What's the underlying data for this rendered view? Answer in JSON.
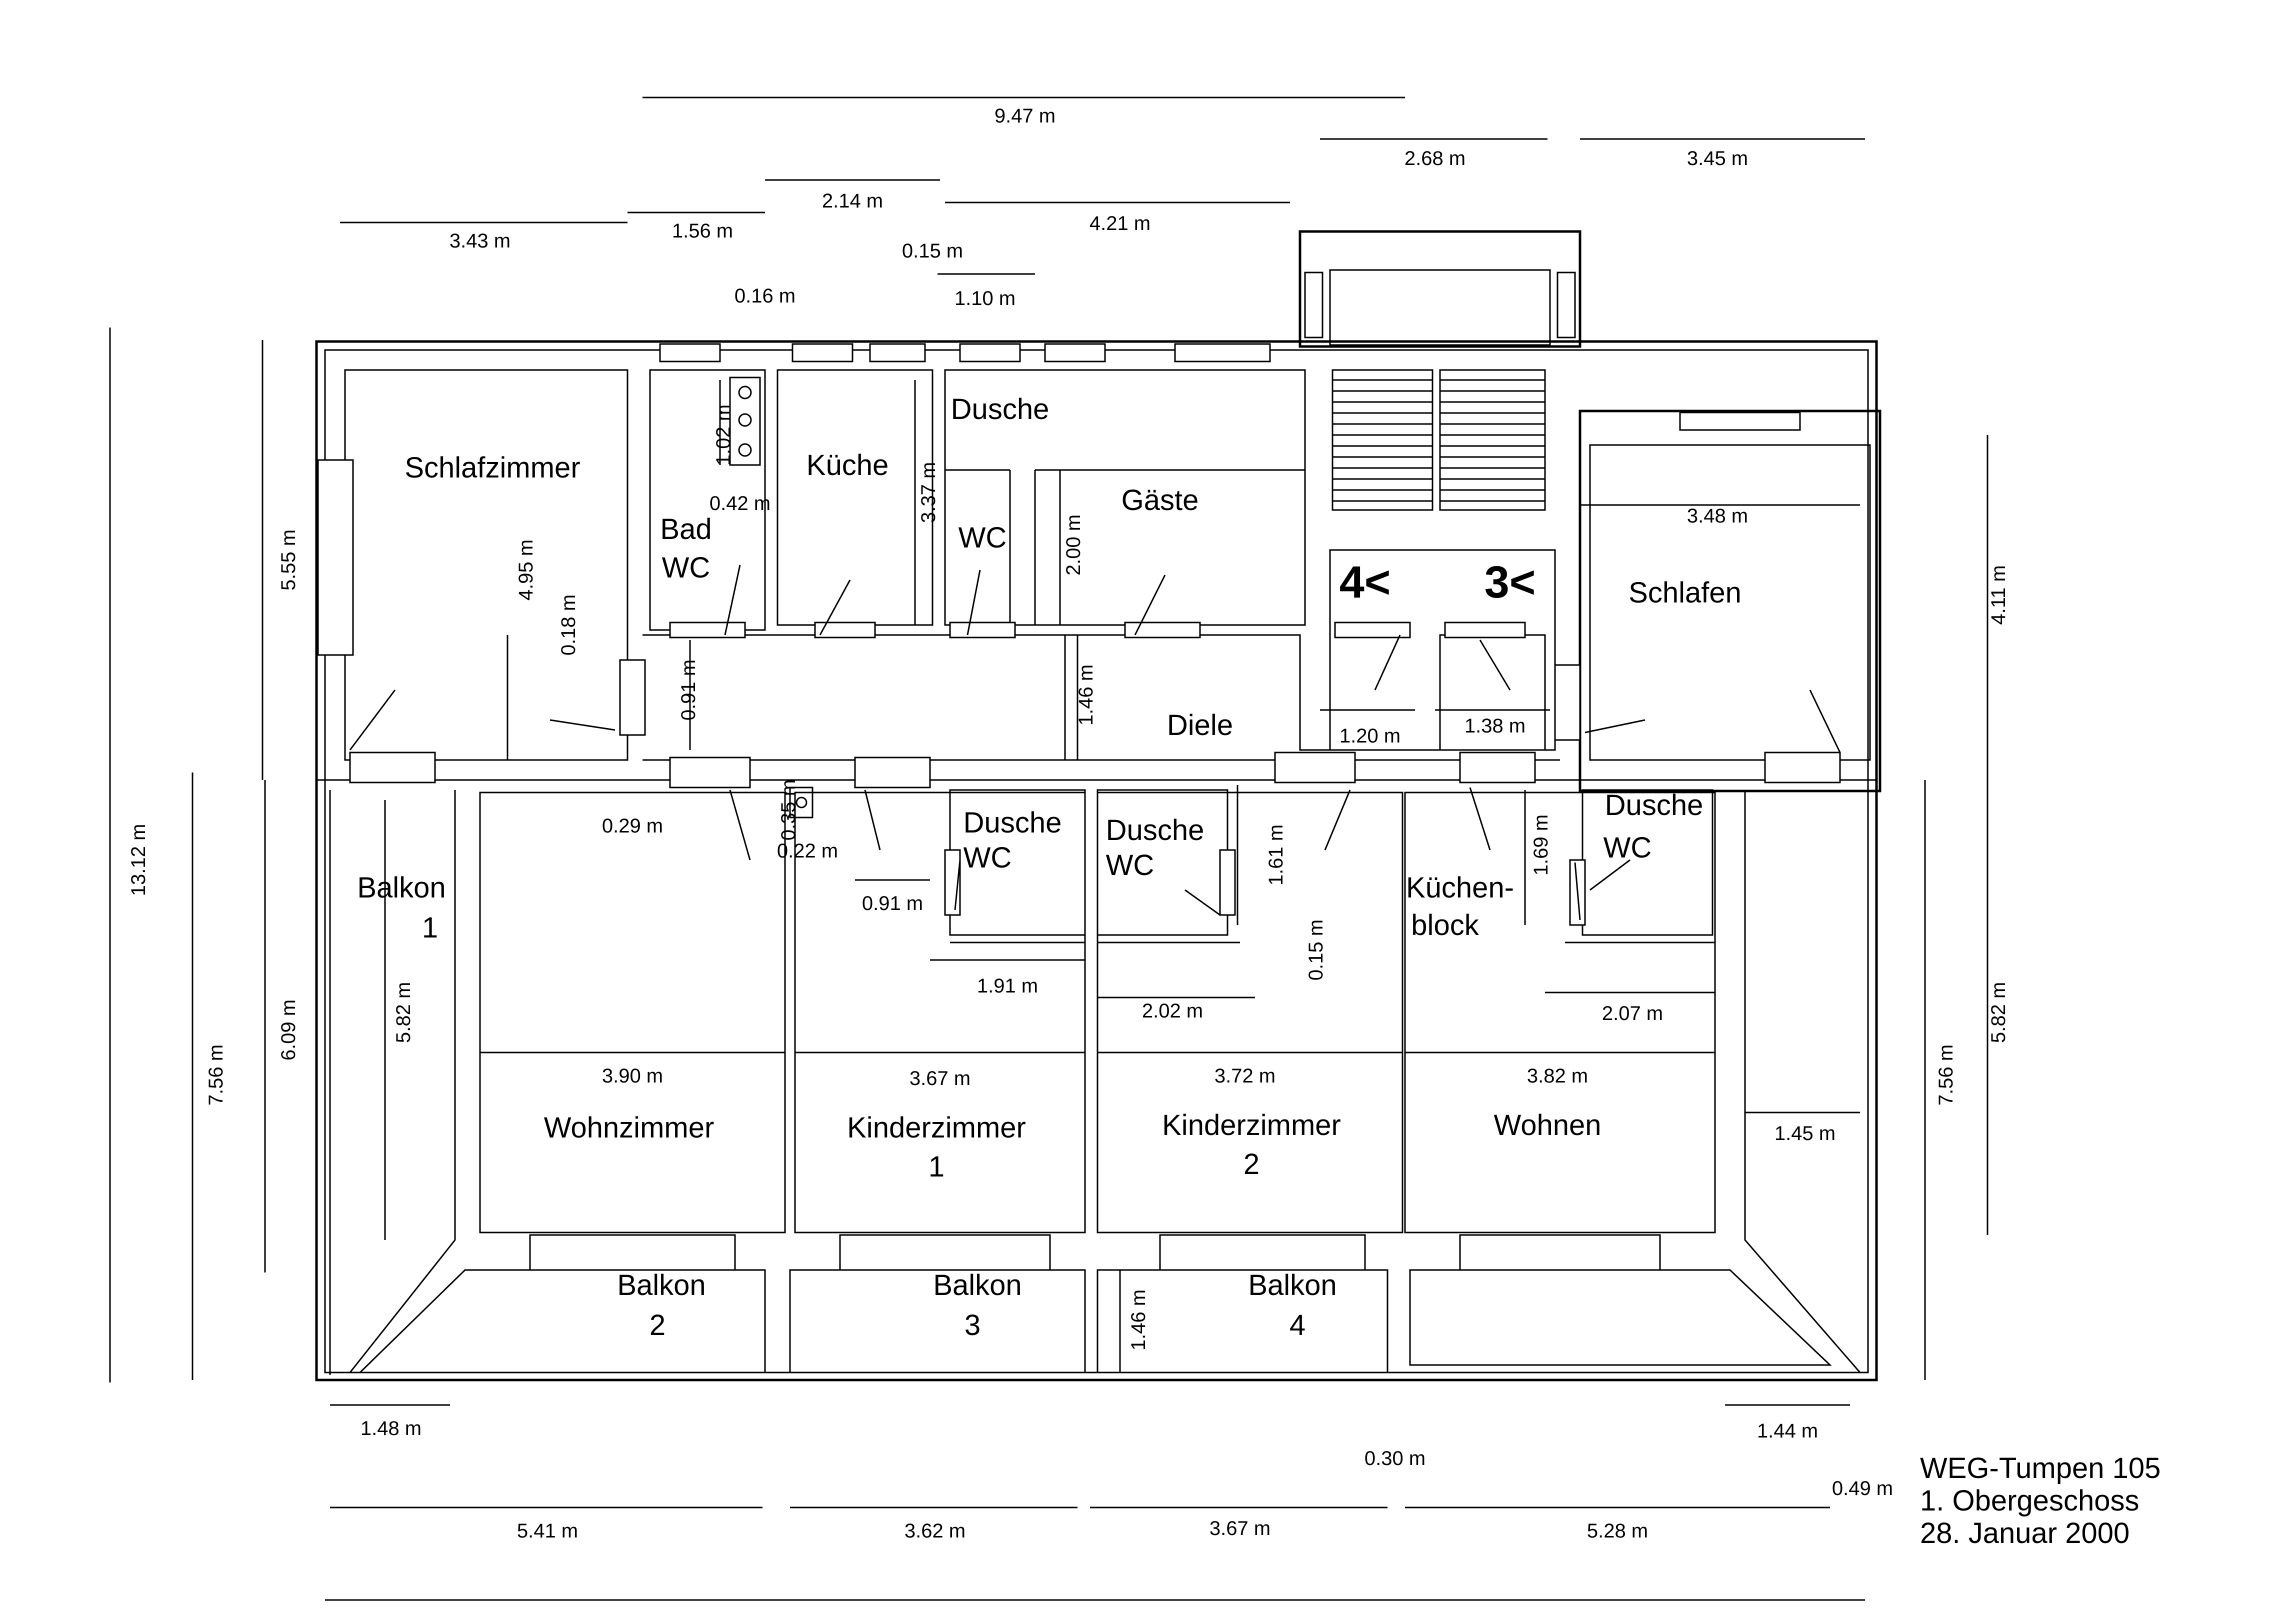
{
  "rooms": {
    "schlafzimmer": "Schlafzimmer",
    "bad": "Bad",
    "bad_wc": "WC",
    "kueche": "Küche",
    "dusche_top": "Dusche",
    "wc_top": "WC",
    "gaeste": "Gäste",
    "schlafen": "Schlafen",
    "diele": "Diele",
    "balkon1_a": "Balkon",
    "balkon1_b": "1",
    "wohnzimmer": "Wohnzimmer",
    "kinderzimmer1_a": "Kinderzimmer",
    "kinderzimmer1_b": "1",
    "kinderzimmer2_a": "Kinderzimmer",
    "kinderzimmer2_b": "2",
    "wohnen": "Wohnen",
    "dusche_wc1_a": "Dusche",
    "dusche_wc1_b": "WC",
    "dusche_wc2_a": "Dusche",
    "dusche_wc2_b": "WC",
    "dusche_wc3_a": "Dusche",
    "dusche_wc3_b": "WC",
    "kuechenblock_a": "Küchen-",
    "kuechenblock_b": "block",
    "balkon2_a": "Balkon",
    "balkon2_b": "2",
    "balkon3_a": "Balkon",
    "balkon3_b": "3",
    "balkon4_a": "Balkon",
    "balkon4_b": "4"
  },
  "markers": {
    "stair_left": "4<",
    "stair_right": "3<"
  },
  "dimensions": {
    "d947": "9.47 m",
    "d268": "2.68 m",
    "d345": "3.45 m",
    "d214": "2.14 m",
    "d343": "3.43 m",
    "d156": "1.56 m",
    "d421": "4.21 m",
    "d015a": "0.15 m",
    "d016": "0.16 m",
    "d110": "1.10 m",
    "d102": "1.02 m",
    "d042": "0.42 m",
    "d337": "3.37 m",
    "d200": "2.00 m",
    "d495": "4.95 m",
    "d018": "0.18 m",
    "d555": "5.55 m",
    "d091a": "0.91 m",
    "d146a": "1.46 m",
    "d120": "1.20 m",
    "d138": "1.38 m",
    "d348": "3.48 m",
    "d411": "4.11 m",
    "d1312": "13.12 m",
    "d029": "0.29 m",
    "d035": "0.35 m",
    "d022": "0.22 m",
    "d091b": "0.91 m",
    "d161": "1.61 m",
    "d169": "1.69 m",
    "d015b": "0.15 m",
    "d191": "1.91 m",
    "d202": "2.02 m",
    "d207": "2.07 m",
    "d582a": "5.82 m",
    "d609": "6.09 m",
    "d756a": "7.56 m",
    "d390": "3.90 m",
    "d367a": "3.67 m",
    "d372": "3.72 m",
    "d382": "3.82 m",
    "d145": "1.45 m",
    "d756b": "7.56 m",
    "d582b": "5.82 m",
    "d146b": "1.46 m",
    "d148": "1.48 m",
    "d144": "1.44 m",
    "d030": "0.30 m",
    "d049": "0.49 m",
    "d541": "5.41 m",
    "d362": "3.62 m",
    "d367b": "3.67 m",
    "d528": "5.28 m"
  },
  "caption": {
    "line1": "WEG-Tumpen 105",
    "line2": "1.  Obergeschoss",
    "line3": "28.   Januar   2000"
  }
}
